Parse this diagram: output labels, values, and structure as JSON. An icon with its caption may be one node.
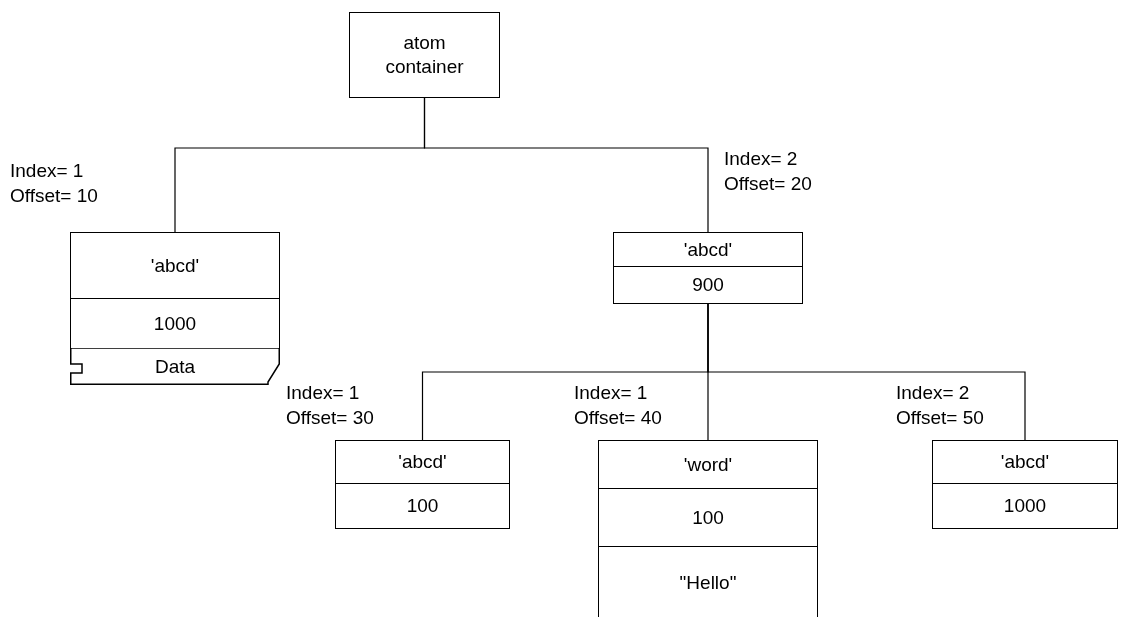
{
  "diagram": {
    "nodes": [
      {
        "text": [
          "atom container"
        ]
      },
      {
        "text": [
          "'abcd'",
          "1000",
          "Data"
        ],
        "beside": [
          "Index= 1",
          "Offset= 10"
        ]
      },
      {
        "text": [
          "'abcd'",
          "900"
        ],
        "beside": [
          "Index= 2",
          "Offset= 20"
        ]
      },
      {
        "text": [
          "'abcd'",
          "100"
        ],
        "beside": [
          "Index= 1",
          "Offset= 30"
        ]
      },
      {
        "text": [
          "'word'",
          "100",
          "\"Hello\""
        ],
        "beside": [
          "Index= 1",
          "Offset= 40"
        ]
      },
      {
        "text": [
          "'abcd'",
          "1000"
        ],
        "beside": [
          "Index= 2",
          "Offset= 50"
        ]
      }
    ],
    "edges": [
      {
        "from": 0,
        "to": 1,
        "arrow": "none"
      },
      {
        "from": 0,
        "to": 2,
        "arrow": "none"
      },
      {
        "from": 2,
        "to": 3,
        "arrow": "none"
      },
      {
        "from": 2,
        "to": 4,
        "arrow": "none"
      },
      {
        "from": 2,
        "to": 5,
        "arrow": "none"
      }
    ]
  }
}
